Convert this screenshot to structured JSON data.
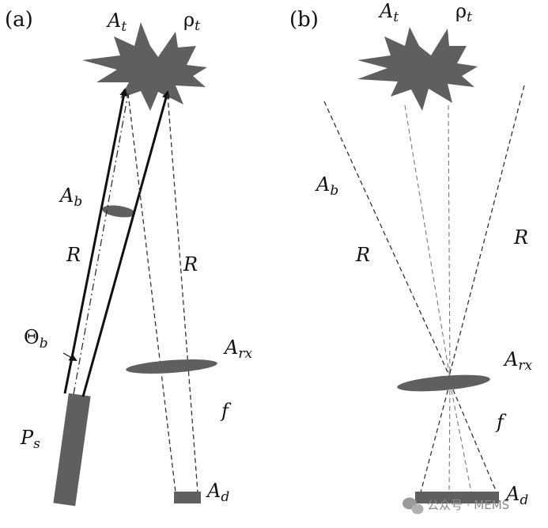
{
  "colors": {
    "shape_fill": "#5f5f5f",
    "line": "#111111",
    "dash": "#333333",
    "light_dash": "#7a7a7a",
    "watermark": "#8a8a8a"
  },
  "panel_a": {
    "tag": "(a)",
    "target_area": {
      "symbol": "A",
      "sub": "t"
    },
    "reflectivity": {
      "symbol": "ρ",
      "sub": "t"
    },
    "beam_area": {
      "symbol": "A",
      "sub": "b"
    },
    "range_tx": "R",
    "range_rx": "R",
    "beam_angle": {
      "symbol": "Θ",
      "sub": "b"
    },
    "receiver_aperture": {
      "symbol": "A",
      "sub": "rx"
    },
    "focal_length": "f",
    "source_power": {
      "symbol": "P",
      "sub": "s"
    },
    "detector_area": {
      "symbol": "A",
      "sub": "d"
    }
  },
  "panel_b": {
    "tag": "(b)",
    "target_area": {
      "symbol": "A",
      "sub": "t"
    },
    "reflectivity": {
      "symbol": "ρ",
      "sub": "t"
    },
    "beam_area": {
      "symbol": "A",
      "sub": "b"
    },
    "range_left": "R",
    "range_right": "R",
    "receiver_aperture": {
      "symbol": "A",
      "sub": "rx"
    },
    "focal_length": "f",
    "detector_area": {
      "symbol": "A",
      "sub": "d"
    }
  },
  "watermark": {
    "icon": "wechat-icon",
    "text": "公众号 · MEMS"
  }
}
